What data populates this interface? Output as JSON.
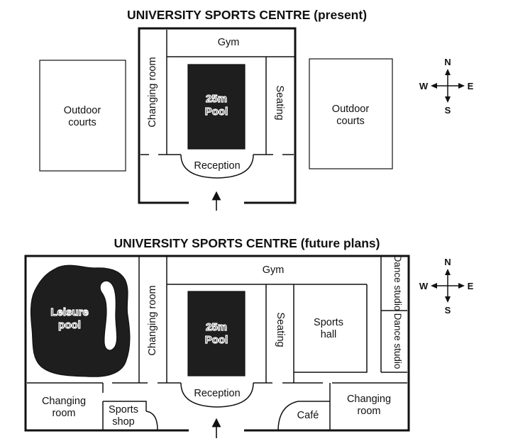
{
  "present": {
    "title": "UNIVERSITY SPORTS CENTRE (present)",
    "gym": "Gym",
    "changing_room": "Changing room",
    "pool_line1": "25m",
    "pool_line2": "Pool",
    "seating": "Seating",
    "reception": "Reception",
    "outdoor_left_line1": "Outdoor",
    "outdoor_left_line2": "courts",
    "outdoor_right_line1": "Outdoor",
    "outdoor_right_line2": "courts"
  },
  "future": {
    "title": "UNIVERSITY SPORTS CENTRE (future plans)",
    "gym": "Gym",
    "changing_room_main": "Changing room",
    "pool_line1": "25m",
    "pool_line2": "Pool",
    "seating": "Seating",
    "reception": "Reception",
    "leisure_pool_line1": "Leisure",
    "leisure_pool_line2": "pool",
    "sports_hall_line1": "Sports",
    "sports_hall_line2": "hall",
    "dance_studio_top": "Dance studio",
    "dance_studio_bottom": "Dance studio",
    "changing_room_left_line1": "Changing",
    "changing_room_left_line2": "room",
    "sports_shop_line1": "Sports",
    "sports_shop_line2": "shop",
    "cafe": "Café",
    "changing_room_right_line1": "Changing",
    "changing_room_right_line2": "room"
  },
  "compass": {
    "north": "N",
    "south": "S",
    "west": "W",
    "east": "E"
  },
  "colors": {
    "ink": "#111111",
    "pool_fill": "#1e1e1e",
    "background": "#ffffff"
  }
}
